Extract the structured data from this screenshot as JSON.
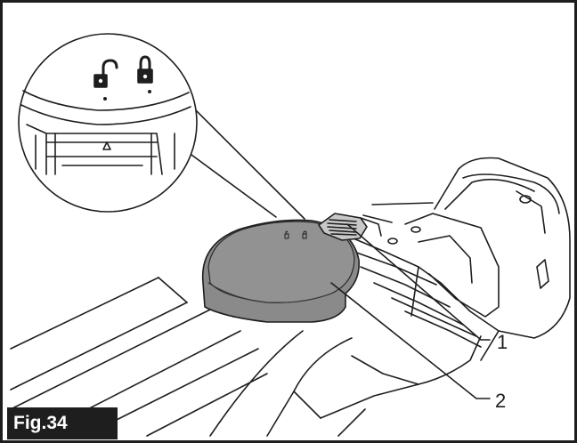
{
  "figure": {
    "label": "Fig.34",
    "callouts": [
      {
        "number": "1",
        "part": "lock-lever"
      },
      {
        "number": "2",
        "part": "battery-cover"
      }
    ],
    "icons": [
      "unlock-icon",
      "lock-icon",
      "arrow-mark-icon"
    ],
    "colors": {
      "line": "#1e1e1e",
      "cover_fill": "#8a8a8a",
      "cover_top": "#929292",
      "label_bg": "#1e1e1e",
      "label_text": "#ffffff",
      "background": "#ffffff"
    }
  }
}
